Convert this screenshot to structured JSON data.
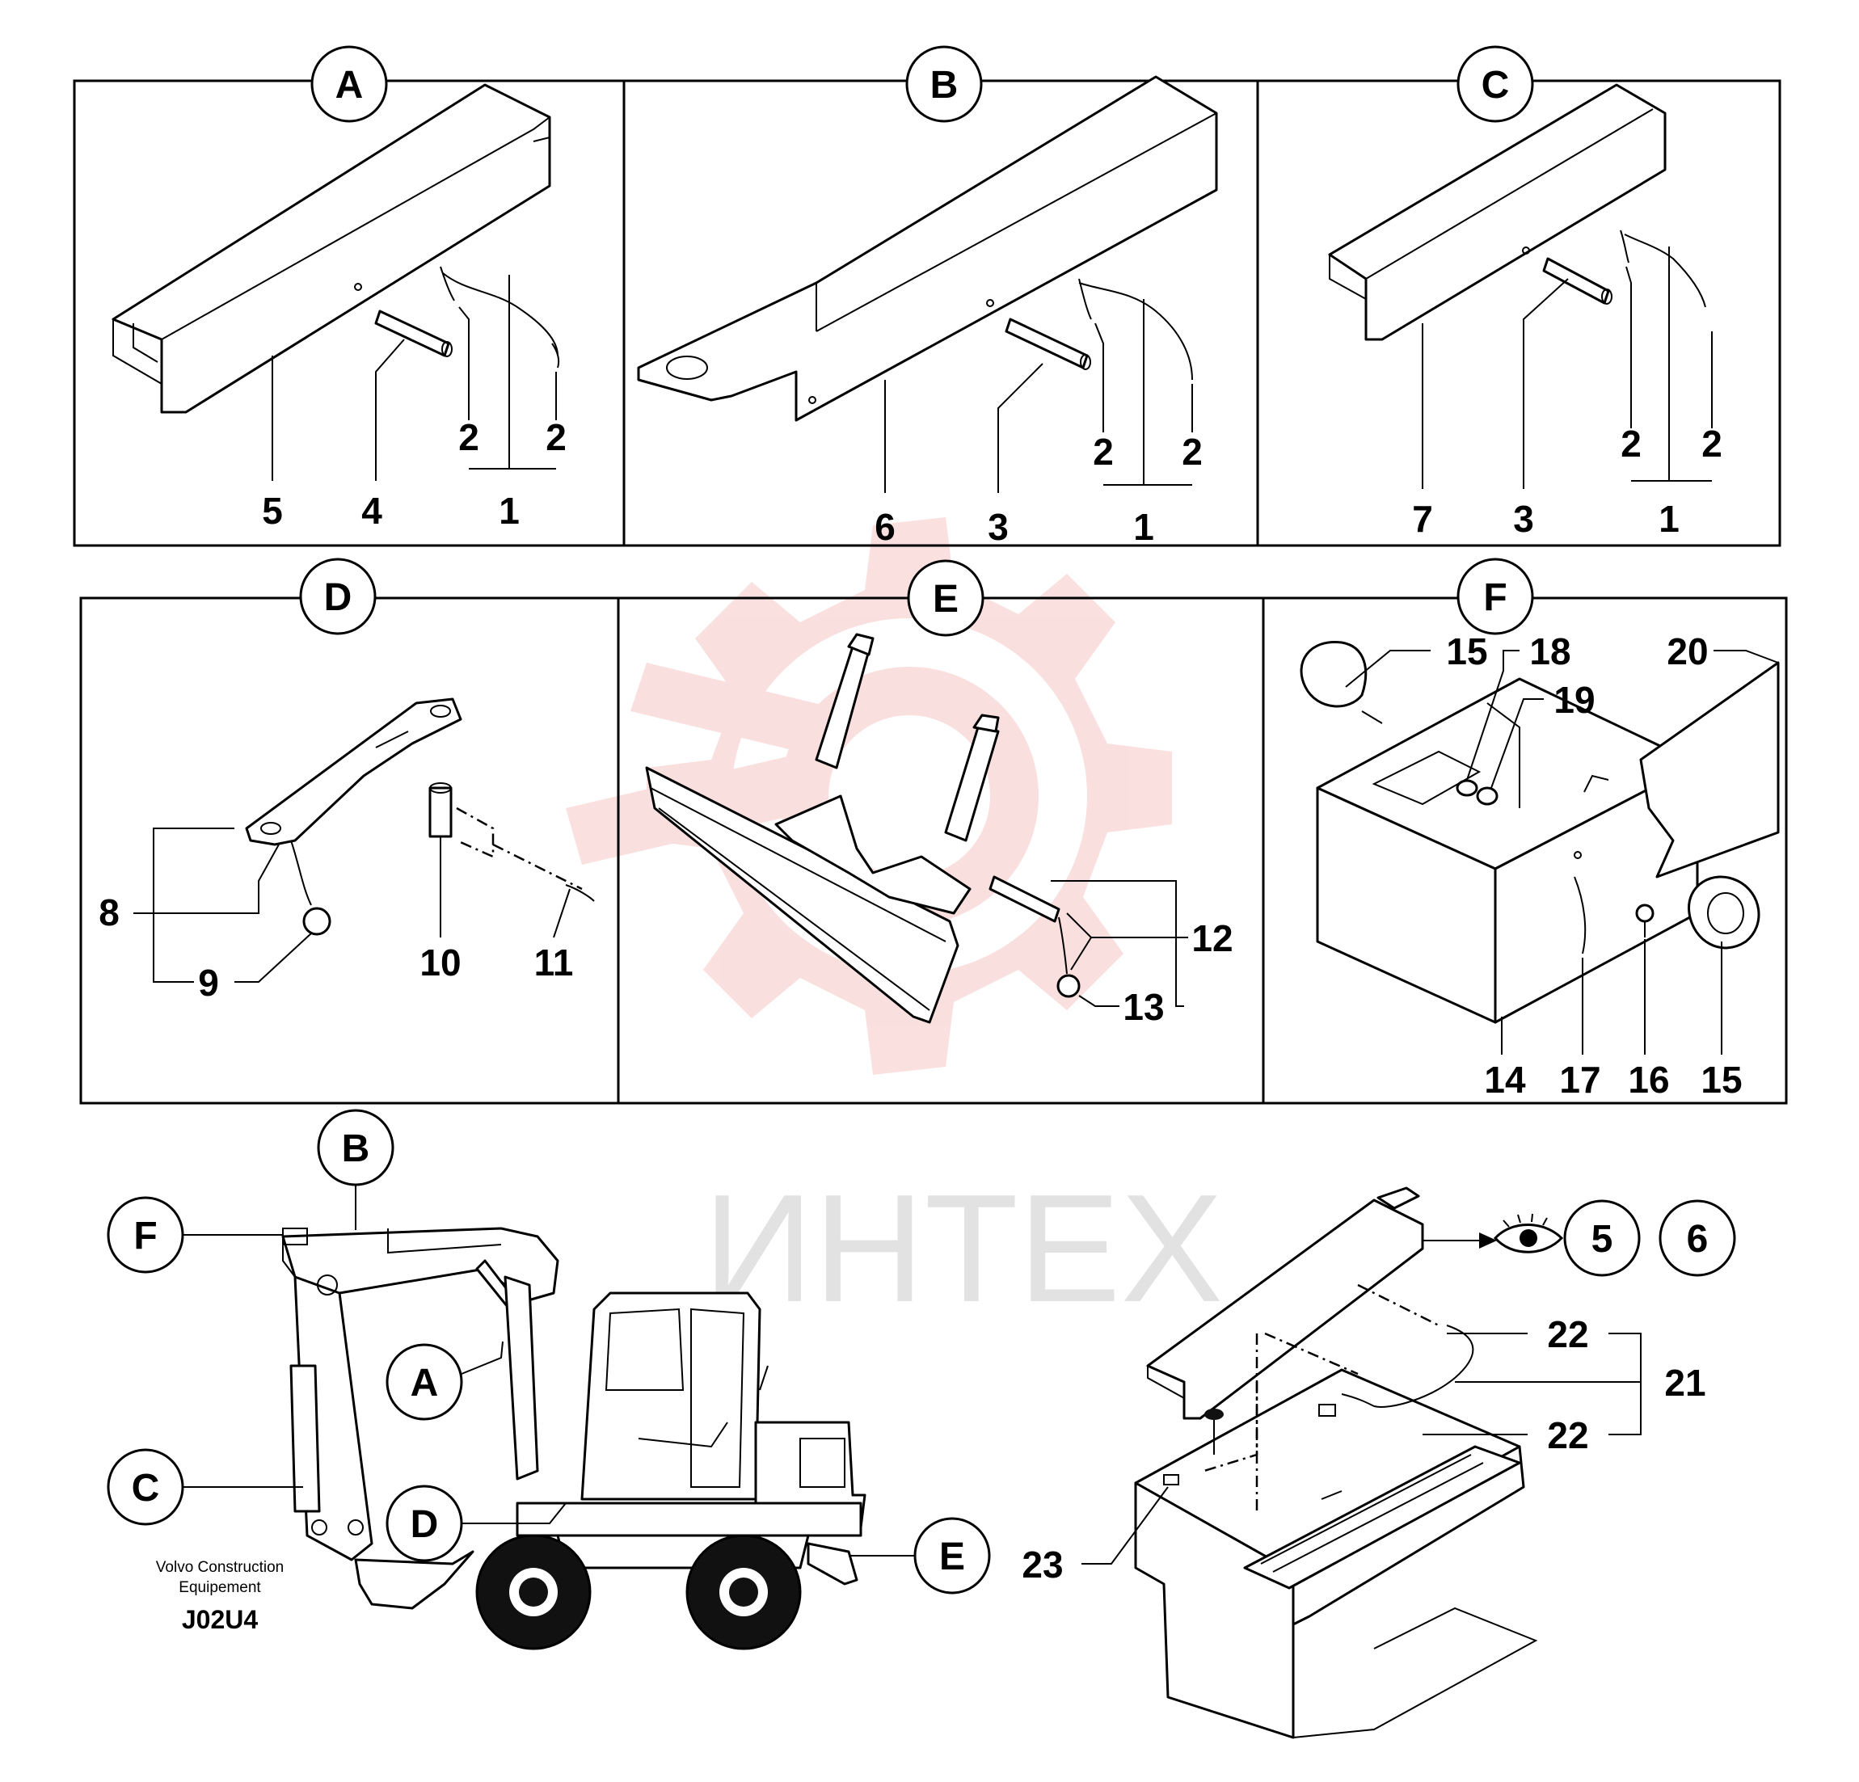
{
  "panels": [
    {
      "id": "A",
      "callouts": [
        "5",
        "4",
        "1",
        "2",
        "2"
      ]
    },
    {
      "id": "B",
      "callouts": [
        "6",
        "3",
        "1",
        "2",
        "2"
      ]
    },
    {
      "id": "C",
      "callouts": [
        "7",
        "3",
        "1",
        "2",
        "2"
      ]
    },
    {
      "id": "D",
      "callouts": [
        "8",
        "9",
        "10",
        "11"
      ]
    },
    {
      "id": "E",
      "callouts": [
        "12",
        "13"
      ]
    },
    {
      "id": "F",
      "callouts": [
        "15",
        "18",
        "19",
        "20",
        "14",
        "17",
        "16",
        "15"
      ]
    }
  ],
  "machine_labels": [
    "B",
    "F",
    "A",
    "C",
    "D",
    "E"
  ],
  "detail": {
    "callouts": [
      "22",
      "21",
      "22",
      "23"
    ],
    "refs": [
      "5",
      "6"
    ],
    "eye_icon": "eye-icon"
  },
  "footer": {
    "brand_line1": "Volvo Construction",
    "brand_line2": "Equipement",
    "code": "J02U4"
  },
  "watermark": "ИНТЕХ",
  "colors": {
    "watermark_gear": "#f5b8b8",
    "watermark_text": "#d6d6d6",
    "ink": "#000000"
  }
}
